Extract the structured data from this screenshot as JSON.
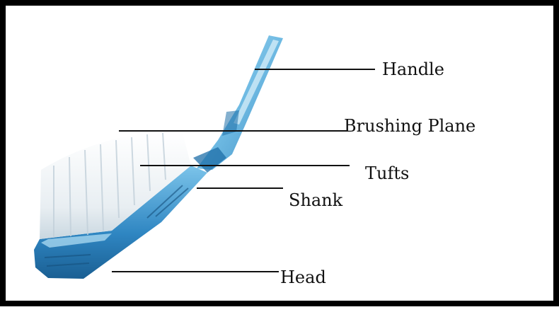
{
  "diagram": {
    "labels": {
      "handle": "Handle",
      "brushing_plane": "Brushing Plane",
      "tufts": "Tufts",
      "shank": "Shank",
      "head": "Head"
    },
    "colors": {
      "frame": "#000000",
      "leader_line": "#111111",
      "handle_blue": "#5fb3e0",
      "handle_dark": "#1f6fa8",
      "bristle": "#eef3f6"
    }
  }
}
